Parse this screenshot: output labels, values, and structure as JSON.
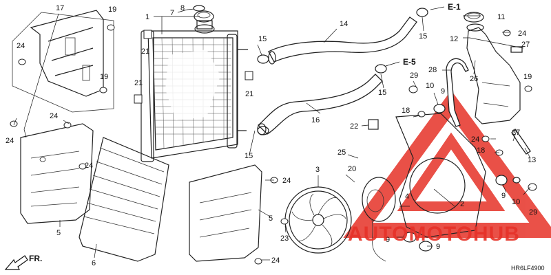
{
  "callouts": {
    "c1": "1",
    "c2": "2",
    "c3": "3",
    "c4": "4",
    "c5a": "5",
    "c5b": "5",
    "c6": "6",
    "c7": "7",
    "c8": "8",
    "c9a": "9",
    "c9b": "9",
    "c9c": "9",
    "c9d": "9",
    "c10a": "10",
    "c10b": "10",
    "c11": "11",
    "c12": "12",
    "c13": "13",
    "c14": "14",
    "c15a": "15",
    "c15b": "15",
    "c15c": "15",
    "c15d": "15",
    "c16": "16",
    "c17": "17",
    "c18a": "18",
    "c18b": "18",
    "c19a": "19",
    "c19b": "19",
    "c19c": "19",
    "c20": "20",
    "c21a": "21",
    "c21b": "21",
    "c21c": "21",
    "c22": "22",
    "c23": "23",
    "c24a": "24",
    "c24b": "24",
    "c24c": "24",
    "c24d": "24",
    "c24e": "24",
    "c24f": "24",
    "c24g": "24",
    "c24h": "24",
    "c25": "25",
    "c26": "26",
    "c27a": "27",
    "c27b": "27",
    "c28": "28",
    "c29a": "29",
    "c29b": "29"
  },
  "refs": {
    "e1": "E-1",
    "e5": "E-5"
  },
  "direction": "FR.",
  "diagram_code": "HR6LF4900",
  "watermark": {
    "brand": "AUTOMOTOHUB",
    "color": "#e63228"
  }
}
